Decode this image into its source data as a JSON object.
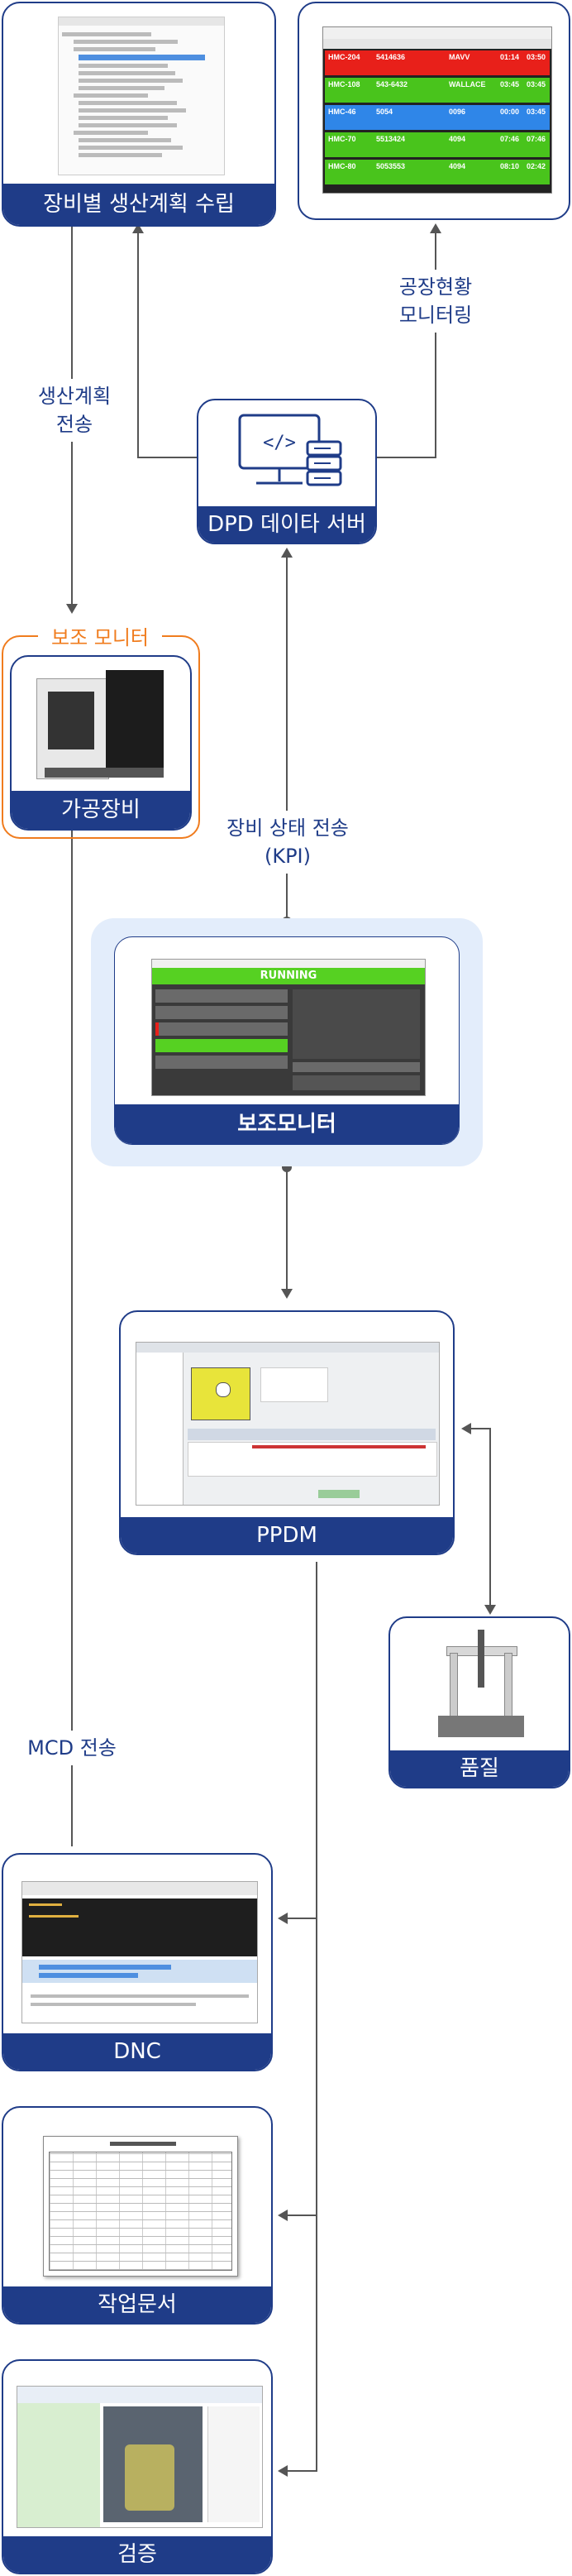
{
  "nodes": {
    "plan": "장비별 생산계획 수립",
    "factory_monitor": "",
    "dpd_server": "DPD 데이타 서버",
    "aux_monitor_title": "보조 모니터",
    "machine": "가공장비",
    "aux_monitor": "보조모니터",
    "aux_status": "RUNNING",
    "ppdm": "PPDM",
    "quality": "품질",
    "dnc": "DNC",
    "workdoc": "작업문서",
    "verify": "검증"
  },
  "edges": {
    "plan_transfer": "생산계획\n전송",
    "factory_status": "공장현황\n모니터링",
    "kpi": "장비 상태 전송\n(KPI)",
    "mcd": "MCD 전송"
  },
  "colors": {
    "navy": "#1f3c88",
    "orange": "#f07c1e",
    "running_green": "#56d122",
    "monitor_red": "#e8201a",
    "monitor_green": "#49c41c",
    "monitor_blue": "#2f86e8"
  },
  "monitor_rows": [
    {
      "code": "HMC-204",
      "num": "5414636",
      "name": "MAVV",
      "t1": "01:14",
      "t2": "03:50",
      "color": "red"
    },
    {
      "code": "HMC-108",
      "num": "543-6432",
      "name": "WALLACE",
      "t1": "03:45",
      "t2": "03:45",
      "color": "green"
    },
    {
      "code": "HMC-46",
      "num": "5054",
      "name": "0096",
      "t1": "00:00",
      "t2": "03:45",
      "color": "blue"
    },
    {
      "code": "HMC-70",
      "num": "5513424",
      "name": "4094",
      "t1": "07:46",
      "t2": "07:46",
      "color": "green"
    },
    {
      "code": "HMC-80",
      "num": "5053553",
      "name": "4094",
      "t1": "08:10",
      "t2": "02:42",
      "color": "green"
    }
  ]
}
